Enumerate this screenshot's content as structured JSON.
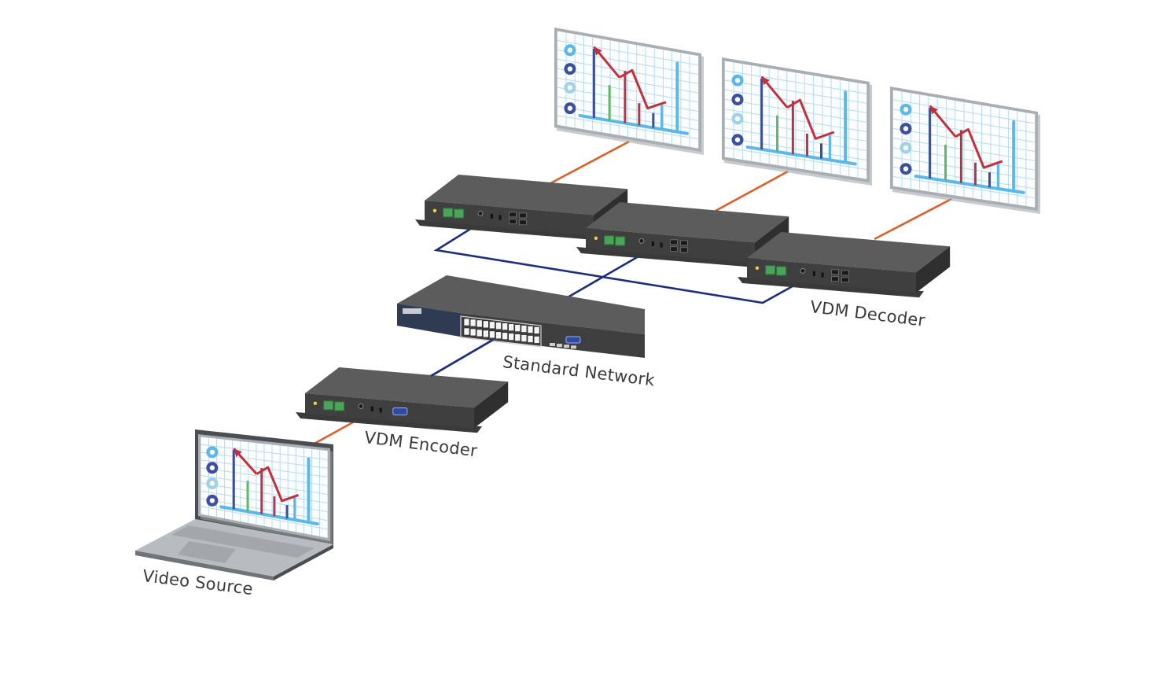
{
  "labels": {
    "decoder": "VDM Decoder",
    "network": "Standard Network",
    "encoder": "VDM Encoder",
    "source": "Video Source"
  },
  "devices": {
    "decoders": 3,
    "encoders": 1,
    "switch_ports": 24
  },
  "icons": {
    "display": "monitor-chart-icon",
    "laptop": "laptop-icon",
    "box": "vdm-box-icon",
    "switch": "network-switch-icon"
  },
  "colors": {
    "hdmi_link": "#d9602a",
    "network_link": "#1e2f7a",
    "device_top": "#5c5c5c",
    "device_front": "#3f3f3f",
    "device_side": "#2f2f2f",
    "screen_frame": "#a9aeb3",
    "grid": "#b7dbef",
    "axis": "#5cb8e6",
    "trend": "#c0313d",
    "bar_blue": "#3c4f9e",
    "bar_green": "#5db86a",
    "bar_red": "#b3364a",
    "bar_cyan": "#5bb7e6",
    "label_text": "#3a3a3a"
  }
}
